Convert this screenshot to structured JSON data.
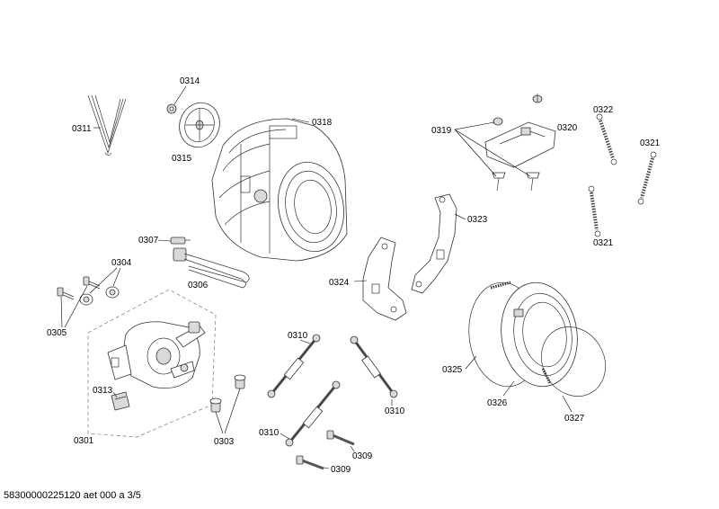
{
  "callouts": {
    "c0311": "0311",
    "c0314": "0314",
    "c0315": "0315",
    "c0318": "0318",
    "c0319": "0319",
    "c0320": "0320",
    "c0322": "0322",
    "c0321a": "0321",
    "c0321b": "0321",
    "c0323": "0323",
    "c0307": "0307",
    "c0304": "0304",
    "c0306": "0306",
    "c0324": "0324",
    "c0305": "0305",
    "c0310a": "0310",
    "c0310b": "0310",
    "c0310c": "0310",
    "c0313": "0313",
    "c0301": "0301",
    "c0303": "0303",
    "c0309a": "0309",
    "c0309b": "0309",
    "c0325": "0325",
    "c0326": "0326",
    "c0327": "0327"
  },
  "footer": {
    "doc_id": "58300000225120 aet 000 a 3/5"
  }
}
